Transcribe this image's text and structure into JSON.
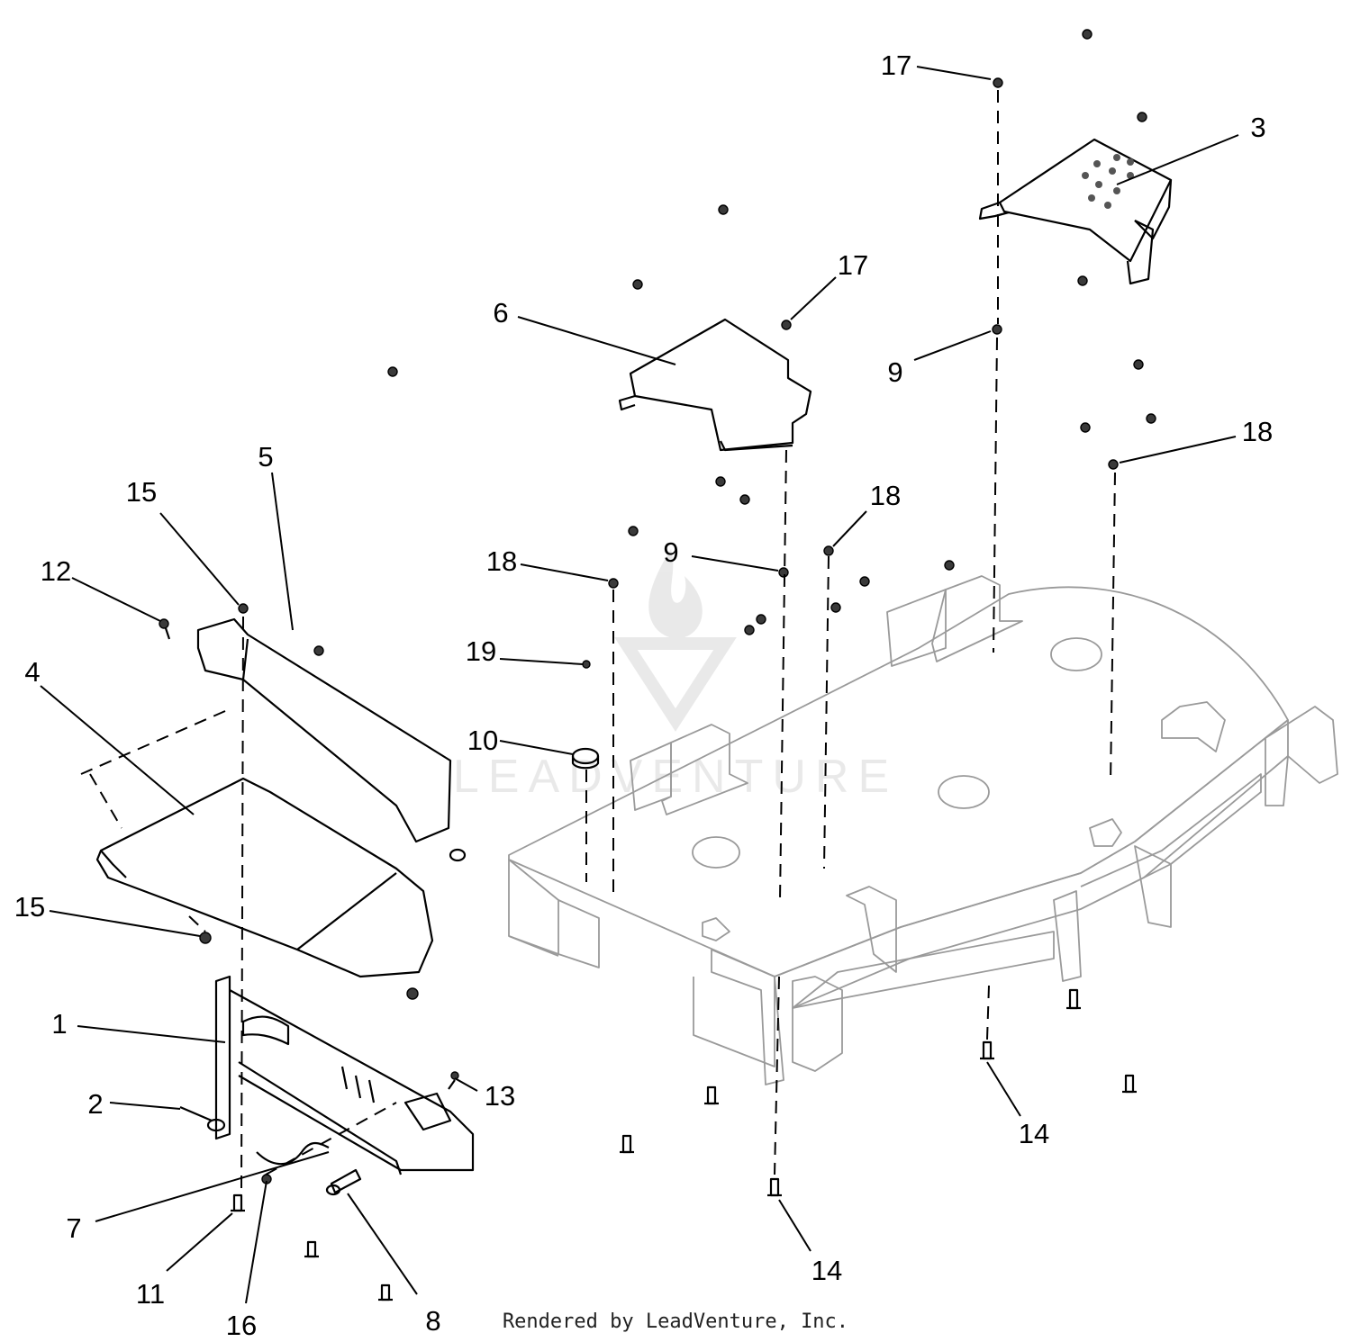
{
  "footer": "Rendered by LeadVenture, Inc.",
  "watermark": "LEADVENTURE",
  "callouts": [
    {
      "id": "c17a",
      "label": "17"
    },
    {
      "id": "c3",
      "label": "3"
    },
    {
      "id": "c17b",
      "label": "17"
    },
    {
      "id": "c6",
      "label": "6"
    },
    {
      "id": "c9a",
      "label": "9"
    },
    {
      "id": "c18a",
      "label": "18"
    },
    {
      "id": "c5",
      "label": "5"
    },
    {
      "id": "c15a",
      "label": "15"
    },
    {
      "id": "c18b",
      "label": "18"
    },
    {
      "id": "c12",
      "label": "12"
    },
    {
      "id": "c18c",
      "label": "18"
    },
    {
      "id": "c9b",
      "label": "9"
    },
    {
      "id": "c4",
      "label": "4"
    },
    {
      "id": "c19",
      "label": "19"
    },
    {
      "id": "c10",
      "label": "10"
    },
    {
      "id": "c15b",
      "label": "15"
    },
    {
      "id": "c1",
      "label": "1"
    },
    {
      "id": "c13",
      "label": "13"
    },
    {
      "id": "c2",
      "label": "2"
    },
    {
      "id": "c14a",
      "label": "14"
    },
    {
      "id": "c7",
      "label": "7"
    },
    {
      "id": "c11",
      "label": "11"
    },
    {
      "id": "c16",
      "label": "16"
    },
    {
      "id": "c8",
      "label": "8"
    },
    {
      "id": "c14b",
      "label": "14"
    }
  ]
}
